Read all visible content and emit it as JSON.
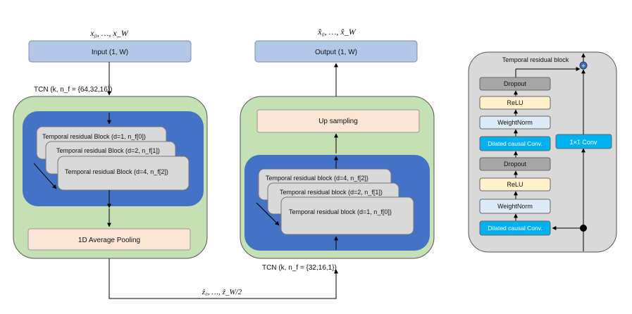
{
  "encoder": {
    "input_vars": "x₀, …, x_W",
    "input_label": "Input (1, W)",
    "tcn_label": "TCN (k, n_f = {64,32,16})",
    "blocks": [
      "Temporal residual Block (d=1, n_f[0])",
      "Temporal residual Block (d=2, n_f[1])",
      "Temporal residual Block (d=4, n_f[2])"
    ],
    "pooling_label": "1D Average Pooling"
  },
  "latent": {
    "label": "ẑ₀, …, ẑ_W/2"
  },
  "decoder": {
    "output_vars": "x̂₀, …, x̂_W",
    "output_label": "Output (1, W)",
    "upsampling_label": "Up sampling",
    "blocks": [
      "Temporal residual block (d=4, n_f[2])",
      "Temporal residual block (d=2, n_f[1])",
      "Temporal residual block (d=1, n_f[0])"
    ],
    "tcn_label": "TCN (k, n_f = {32,16,1})"
  },
  "residual_block": {
    "title": "Temporal residual block",
    "layers": [
      "Dropout",
      "ReLU",
      "WeightNorm",
      "Dilated causal Conv.",
      "Dropout",
      "ReLU",
      "WeightNorm",
      "Dilated causal Conv."
    ],
    "skip_label": "1×1 Conv",
    "sum_symbol": "+"
  },
  "colors": {
    "input_box": "#b4c7e7",
    "outer_panel": "#c5e0b4",
    "inner_panel": "#4472c4",
    "block_fill": "#d9d9d9",
    "pool_fill": "#fbe5d6",
    "dropout_fill": "#a6a6a6",
    "relu_fill": "#fff2cc",
    "weightnorm_fill": "#deebf7",
    "conv_fill": "#00b0f0",
    "residual_panel": "#d9d9d9"
  }
}
